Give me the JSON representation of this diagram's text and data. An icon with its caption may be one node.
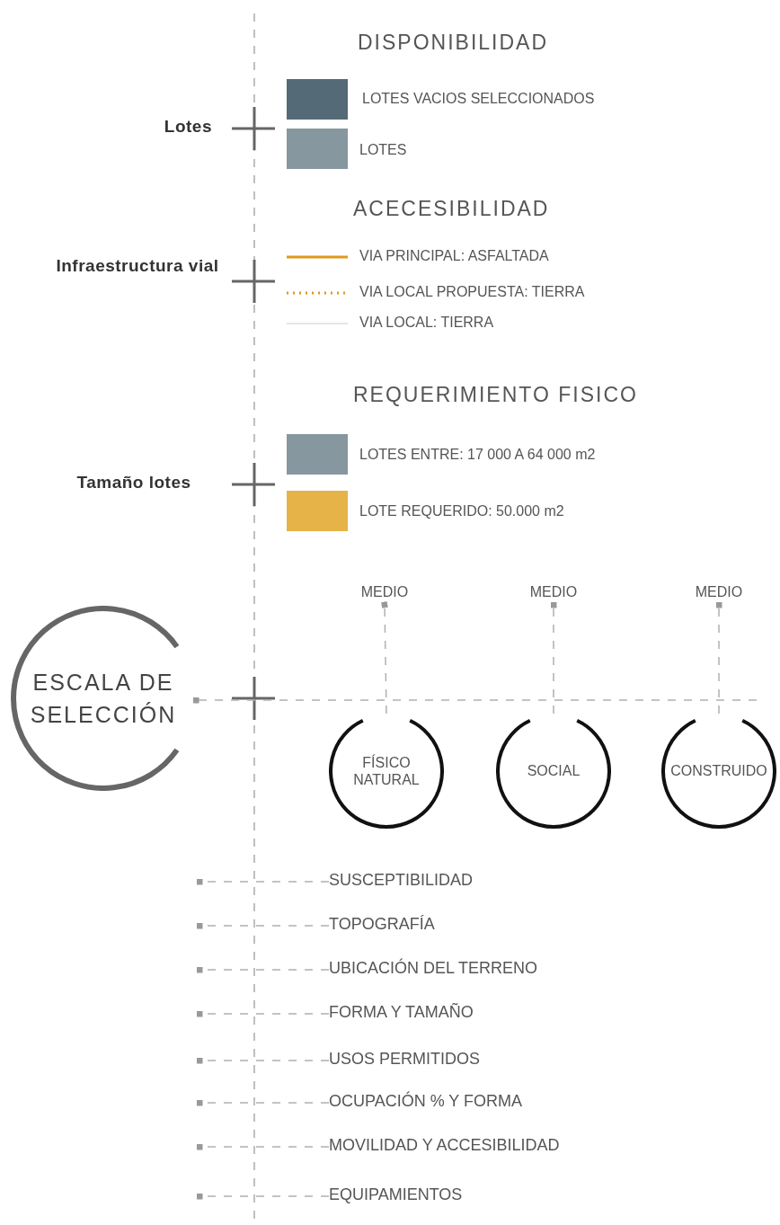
{
  "diagram": {
    "nodes": [
      {
        "text": [
          "MEDIO"
        ]
      },
      {
        "text": [
          "MEDIO"
        ]
      },
      {
        "text": [
          "MEDIO"
        ]
      },
      {
        "text": [
          "ESCALA DE SELECCIÓN"
        ]
      },
      {
        "text": [
          "FÍSICO NATURAL"
        ]
      },
      {
        "text": [
          "SOCIAL"
        ]
      },
      {
        "text": [
          "CONSTRUIDO"
        ]
      },
      {
        "text": [
          "SUSCEPTIBILIDAD"
        ]
      },
      {
        "text": [
          "TOPOGRAFÍA"
        ]
      },
      {
        "text": [
          "UBICACIÓN DEL TERRENO"
        ]
      },
      {
        "text": [
          "FORMA Y TAMAÑO"
        ]
      },
      {
        "text": [
          "USOS PERMITIDOS"
        ]
      },
      {
        "text": [
          "OCUPACIÓN % Y FORMA"
        ]
      },
      {
        "text": [
          "MOVILIDAD Y ACCESIBILIDAD"
        ]
      },
      {
        "text": [
          "EQUIPAMIENTOS"
        ]
      }
    ],
    "edges": [
      {
        "from": 4,
        "to": 0,
        "arrow": "other",
        "style": "dashed"
      },
      {
        "from": 5,
        "to": 1,
        "arrow": "other",
        "style": "dashed"
      },
      {
        "from": 6,
        "to": 2,
        "arrow": "other",
        "style": "dashed"
      },
      {
        "from": null,
        "to": 3,
        "arrow": "other",
        "style": "dashed"
      },
      {
        "from": 7,
        "to": null,
        "arrow": "other",
        "style": "dashed"
      },
      {
        "from": 8,
        "to": null,
        "arrow": "other",
        "style": "dashed"
      },
      {
        "from": 9,
        "to": null,
        "arrow": "other",
        "style": "dashed"
      },
      {
        "from": 10,
        "to": null,
        "arrow": "other",
        "style": "dashed"
      },
      {
        "from": 11,
        "to": null,
        "arrow": "other",
        "style": "dashed"
      },
      {
        "from": 12,
        "to": null,
        "arrow": "other",
        "style": "dashed"
      },
      {
        "from": 13,
        "to": null,
        "arrow": "other",
        "style": "dashed"
      },
      {
        "from": 14,
        "to": null,
        "arrow": "other",
        "style": "dashed"
      }
    ],
    "labels": [
      "DISPONIBILIDAD",
      "Lotes",
      "ACECESIBILIDAD",
      "Infraestructura vial",
      "REQUERIMIENTO FISICO",
      "Tamaño lotes"
    ],
    "legend": [
      {
        "text": "LOTES VACIOS SELECCIONADOS",
        "color": "#546a76"
      },
      {
        "text": "LOTES",
        "color": "#8797a0"
      },
      {
        "text": "VIA PRINCIPAL: ASFALTADA"
      },
      {
        "text": "VIA LOCAL PROPUESTA: TIERRA"
      },
      {
        "text": "VIA LOCAL: TIERRA"
      },
      {
        "text": "LOTES ENTRE: 17 000 A 64 000 m2",
        "color": "#8797a0"
      },
      {
        "text": "LOTE REQUERIDO: 50.000 m2",
        "color": "#e5b347"
      }
    ]
  }
}
